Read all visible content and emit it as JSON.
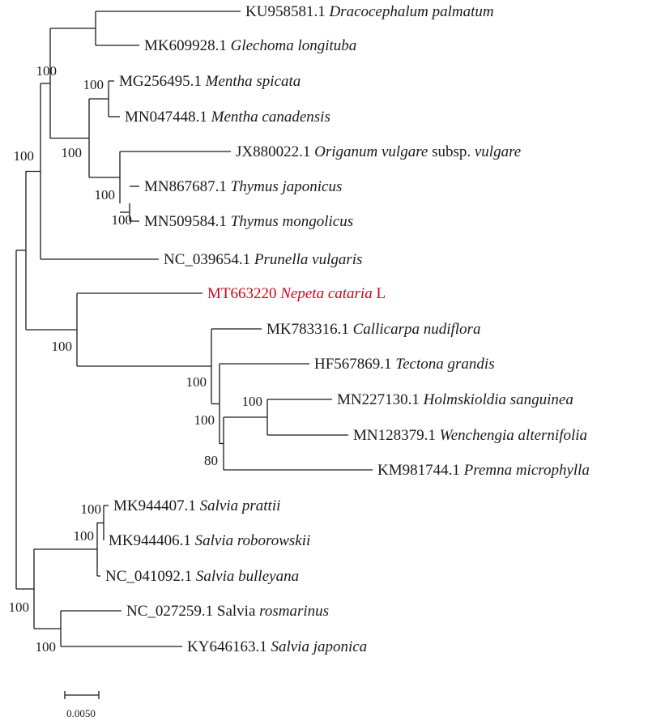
{
  "colors": {
    "line": "#1a1a1a",
    "text": "#1a1a1a",
    "highlight": "#d0021b"
  },
  "taxa": [
    {
      "accession": "KU958581.1",
      "name": [
        {
          "t": "Dracocephalum  palmatum",
          "i": true
        }
      ]
    },
    {
      "accession": "MK609928.1",
      "name": [
        {
          "t": "Glechoma  longituba",
          "i": true
        }
      ]
    },
    {
      "accession": "MG256495.1",
      "name": [
        {
          "t": "Mentha  spicata",
          "i": true
        }
      ]
    },
    {
      "accession": "MN047448.1",
      "name": [
        {
          "t": "Mentha  canadensis",
          "i": true
        }
      ]
    },
    {
      "accession": "JX880022.1",
      "name": [
        {
          "t": "Origanum  vulgare",
          "i": true
        },
        {
          "t": " subsp. ",
          "i": false
        },
        {
          "t": "vulgare",
          "i": true
        }
      ]
    },
    {
      "accession": "MN867687.1",
      "name": [
        {
          "t": "Thymus  japonicus",
          "i": true
        }
      ]
    },
    {
      "accession": "MN509584.1",
      "name": [
        {
          "t": "Thymus  mongolicus",
          "i": true
        }
      ]
    },
    {
      "accession": "NC_039654.1",
      "name": [
        {
          "t": "Prunella  vulgaris",
          "i": true
        }
      ]
    },
    {
      "accession": "MT663220",
      "name": [
        {
          "t": "Nepeta  cataria",
          "i": true
        },
        {
          "t": " L",
          "i": false
        }
      ],
      "highlight": true
    },
    {
      "accession": "MK783316.1",
      "name": [
        {
          "t": "Callicarpa  nudiflora",
          "i": true
        }
      ]
    },
    {
      "accession": "HF567869.1",
      "name": [
        {
          "t": "Tectona  grandis",
          "i": true
        }
      ]
    },
    {
      "accession": "MN227130.1",
      "name": [
        {
          "t": "Holmskioldia  sanguinea",
          "i": true
        }
      ]
    },
    {
      "accession": "MN128379.1",
      "name": [
        {
          "t": "Wenchengia  alternifolia",
          "i": true
        }
      ]
    },
    {
      "accession": "KM981744.1",
      "name": [
        {
          "t": "Premna  microphylla",
          "i": true
        }
      ]
    },
    {
      "accession": "MK944407.1",
      "name": [
        {
          "t": "Salvia  prattii",
          "i": true
        }
      ]
    },
    {
      "accession": "MK944406.1",
      "name": [
        {
          "t": "Salvia  roborowskii",
          "i": true
        }
      ]
    },
    {
      "accession": "NC_041092.1",
      "name": [
        {
          "t": "Salvia  bulleyana",
          "i": true
        }
      ]
    },
    {
      "accession": "NC_027259.1",
      "name": [
        {
          "t": "Salvia ",
          "i": false
        },
        {
          "t": "rosmarinus",
          "i": true
        }
      ]
    },
    {
      "accession": "KY646163.1",
      "name": [
        {
          "t": "Salvia  japonica",
          "i": true
        }
      ]
    }
  ],
  "bootstrap_values": [
    "100",
    "100",
    "100",
    "100",
    "100",
    "100",
    "100",
    "100",
    "100",
    "100",
    "80",
    "100",
    "100",
    "100",
    "100"
  ],
  "scale_bar": {
    "label": "0.0050"
  }
}
